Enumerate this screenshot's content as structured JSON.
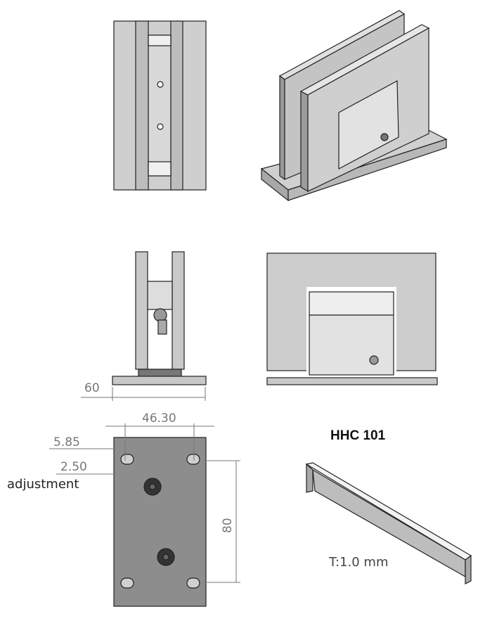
{
  "product": {
    "title": "HHC 101",
    "thickness_note": "T:1.0 mm"
  },
  "dimensions": {
    "base_width": "60",
    "hole_spacing": "46.30",
    "edge_offset": "5.85",
    "adjustment_offset": "2.50",
    "adjustment_label": "adjustment",
    "hole_pitch": "80"
  },
  "colors": {
    "fill": "#c8c8c8",
    "light": "#e6e6e6",
    "dark": "#8a8a8a",
    "line": "#222222",
    "dim": "#777777"
  }
}
